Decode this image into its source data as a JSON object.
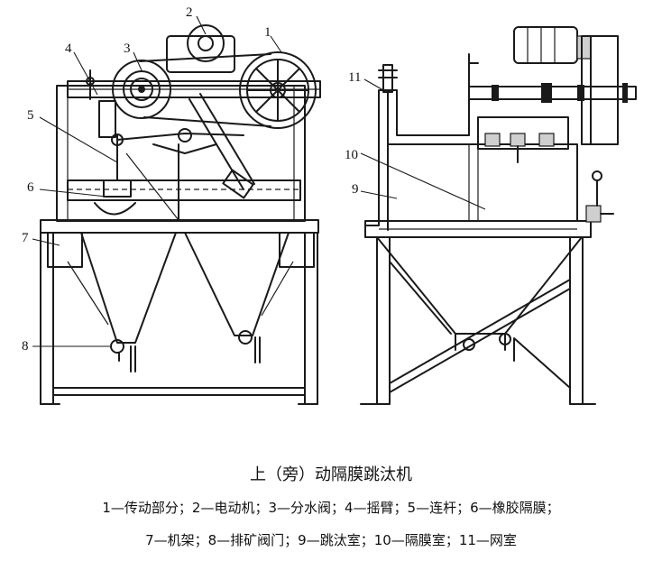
{
  "figure": {
    "title": "上（旁）动隔膜跳汰机",
    "legend_lines": [
      "1—传动部分；2—电动机；3—分水阀；4—摇臂；5—连杆；6—橡胶隔膜；",
      "7—机架；8—排矿阀门；9—跳汰室；10—隔膜室；11—网室"
    ],
    "callouts": {
      "n1": "1",
      "n2": "2",
      "n3": "3",
      "n4": "4",
      "n5": "5",
      "n6": "6",
      "n7": "7",
      "n8": "8",
      "n9": "9",
      "n10": "10",
      "n11": "11"
    }
  }
}
